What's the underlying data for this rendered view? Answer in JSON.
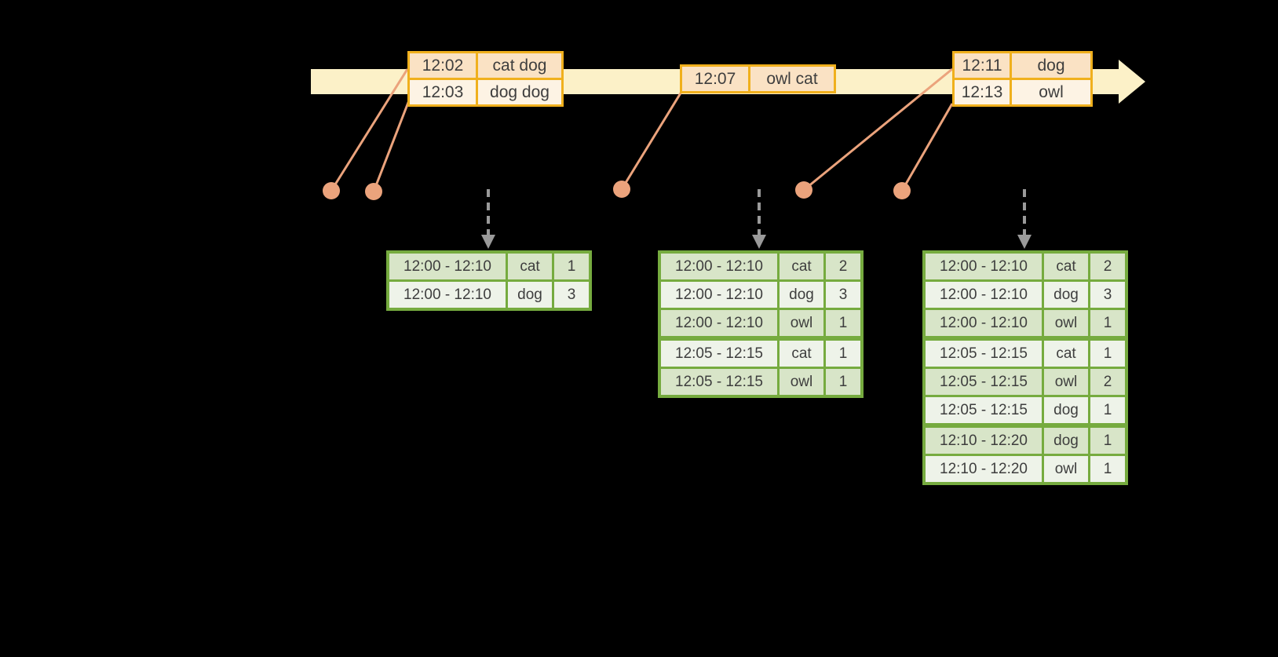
{
  "colors": {
    "background": "#000000",
    "timeline_fill": "#FCF1C8",
    "event_border": "#F0B01D",
    "event_row_dark": "#FAE2C4",
    "event_row_light": "#FDF3E4",
    "connector": "#EBA37C",
    "result_border": "#76AB3F",
    "result_row_dark": "#D8E5C8",
    "result_row_light": "#EEF3E9",
    "trigger_arrow": "#9A9A9A",
    "text": "#3E3E3E"
  },
  "event_tables": [
    {
      "rows": [
        [
          "12:02",
          "cat dog"
        ],
        [
          "12:03",
          "dog dog"
        ]
      ]
    },
    {
      "rows": [
        [
          "12:07",
          "owl cat"
        ]
      ]
    },
    {
      "rows": [
        [
          "12:11",
          "dog"
        ],
        [
          "12:13",
          "owl"
        ]
      ]
    }
  ],
  "result_tables": [
    {
      "rows": [
        [
          "12:00 - 12:10",
          "cat",
          "1"
        ],
        [
          "12:00 - 12:10",
          "dog",
          "3"
        ]
      ]
    },
    {
      "rows": [
        [
          "12:00 - 12:10",
          "cat",
          "2"
        ],
        [
          "12:00 - 12:10",
          "dog",
          "3"
        ],
        [
          "12:00 - 12:10",
          "owl",
          "1"
        ],
        [
          "12:05 - 12:15",
          "cat",
          "1"
        ],
        [
          "12:05 - 12:15",
          "owl",
          "1"
        ]
      ]
    },
    {
      "rows": [
        [
          "12:00 - 12:10",
          "cat",
          "2"
        ],
        [
          "12:00 - 12:10",
          "dog",
          "3"
        ],
        [
          "12:00 - 12:10",
          "owl",
          "1"
        ],
        [
          "12:05 - 12:15",
          "cat",
          "1"
        ],
        [
          "12:05 - 12:15",
          "owl",
          "2"
        ],
        [
          "12:05 - 12:15",
          "dog",
          "1"
        ],
        [
          "12:10 - 12:20",
          "dog",
          "1"
        ],
        [
          "12:10 - 12:20",
          "owl",
          "1"
        ]
      ]
    }
  ]
}
